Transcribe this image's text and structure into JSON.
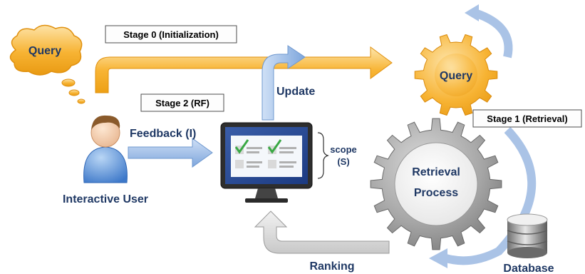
{
  "stages": {
    "stage0": "Stage 0 (Initialization)",
    "stage1": "Stage 1 (Retrieval)",
    "stage2": "Stage 2 (RF)"
  },
  "cloud_label": "Query",
  "gear_query_label": "Query",
  "gear_retrieval_line1": "Retrieval",
  "gear_retrieval_line2": "Process",
  "update_label": "Update",
  "feedback_label": "Feedback (I)",
  "user_label": "Interactive User",
  "scope_line1": "scope",
  "scope_line2": "(S)",
  "ranking_label": "Ranking",
  "database_label": "Database",
  "icons": [
    "thought-cloud-icon",
    "user-icon",
    "monitor-icon",
    "checkmark-icon",
    "gear-icon",
    "database-icon"
  ],
  "colors": {
    "orange": "#f5a21b",
    "orange_light": "#fde3a7",
    "blue_arrow": "#8fb4e3",
    "gear_gray": "#8a8a8a",
    "text_dark": "#1f3864"
  }
}
